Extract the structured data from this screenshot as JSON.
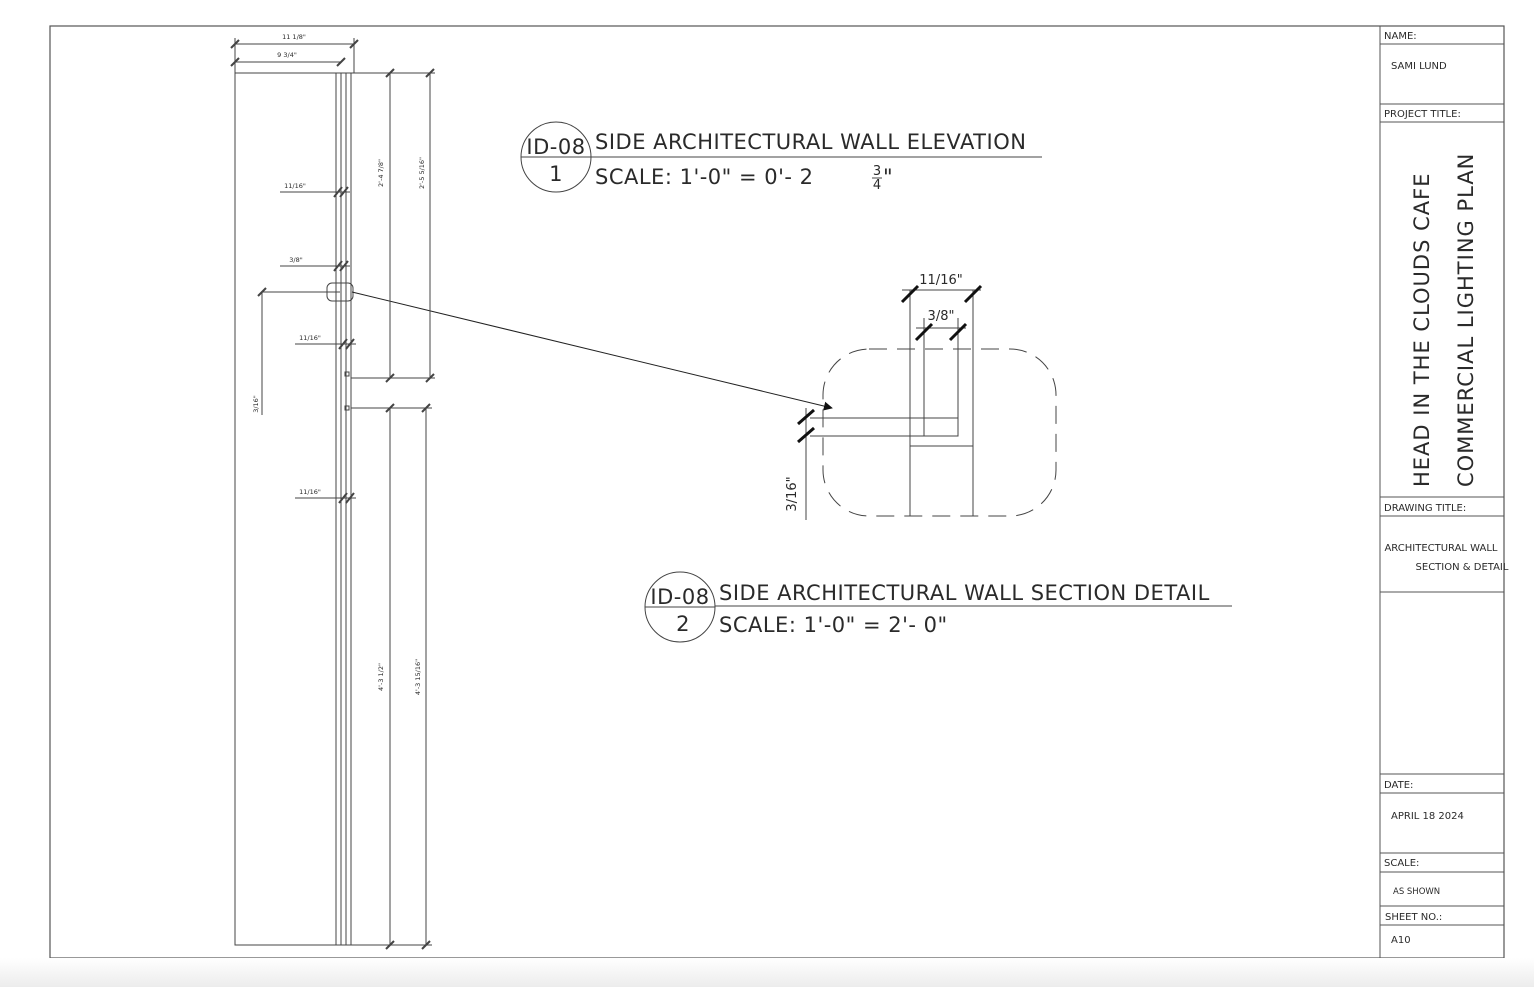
{
  "elevation": {
    "callout_id": "ID-08",
    "callout_num": "1",
    "title": "SIDE ARCHITECTURAL WALL ELEVATION",
    "scale": "SCALE: 1'-0\" = 0'- 2",
    "scale_frac_num": "3",
    "scale_frac_den": "4",
    "scale_frac_tail": "\"",
    "dims": {
      "top_outer": "11 1/8\"",
      "top_inner": "9 3/4\"",
      "gap_1": "11/16\"",
      "gap_2": "3/8\"",
      "gap_3": "11/16\"",
      "gap_4": "11/16\"",
      "left_vert": "3/16\"",
      "upper_inner": "2'-4 7/8\"",
      "upper_outer": "2'-5 5/16\"",
      "lower_inner": "4'-3 1/2\"",
      "lower_outer": "4'-3 15/16\""
    }
  },
  "detail": {
    "callout_id": "ID-08",
    "callout_num": "2",
    "title": "SIDE ARCHITECTURAL WALL SECTION DETAIL",
    "scale": "SCALE: 1'-0\" = 2'- 0\"",
    "dims": {
      "top_outer": "11/16\"",
      "top_inner": "3/8\"",
      "left_vert": "3/16\""
    }
  },
  "title_block": {
    "name_label": "NAME:",
    "name_value": "SAMI LUND",
    "project_label": "PROJECT TITLE:",
    "project_line1": "HEAD IN THE CLOUDS CAFE",
    "project_line2": "COMMERCIAL LIGHTING PLAN",
    "drawing_label": "DRAWING TITLE:",
    "drawing_line1": "ARCHITECTURAL WALL",
    "drawing_line2": "SECTION & DETAIL",
    "date_label": "DATE:",
    "date_value": "APRIL 18 2024",
    "scale_label": "SCALE:",
    "scale_value": "AS SHOWN",
    "sheet_label": "SHEET NO.:",
    "sheet_value": "A10"
  }
}
